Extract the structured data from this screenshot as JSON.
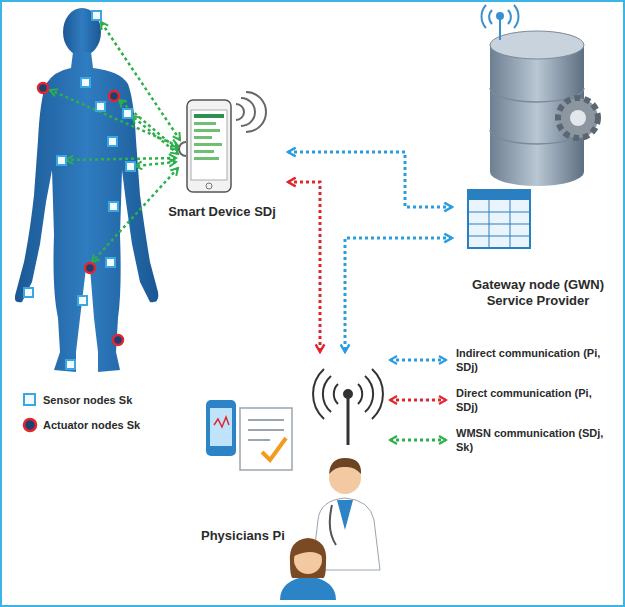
{
  "diagram": {
    "nodes": [
      {
        "text": [
          "Smart Device SDj"
        ]
      },
      {
        "text": [
          "Gateway node (GWN)",
          "Service Provider"
        ]
      },
      {
        "text": [
          "Physicians Pi"
        ]
      }
    ],
    "edges": [
      {
        "from": 0,
        "to": 1,
        "arrow": "both"
      },
      {
        "from": 0,
        "to": 2,
        "arrow": "both"
      },
      {
        "from": 1,
        "to": 2,
        "arrow": "both"
      }
    ],
    "legend": [
      {
        "text": "Sensor nodes Sk"
      },
      {
        "text": "Actuator nodes Sk"
      },
      {
        "text": "Indirect communication (Pi, SDj)"
      },
      {
        "text": "Direct communication (Pi, SDj)"
      },
      {
        "text": "WMSN communication (SDj, Sk)"
      }
    ]
  }
}
